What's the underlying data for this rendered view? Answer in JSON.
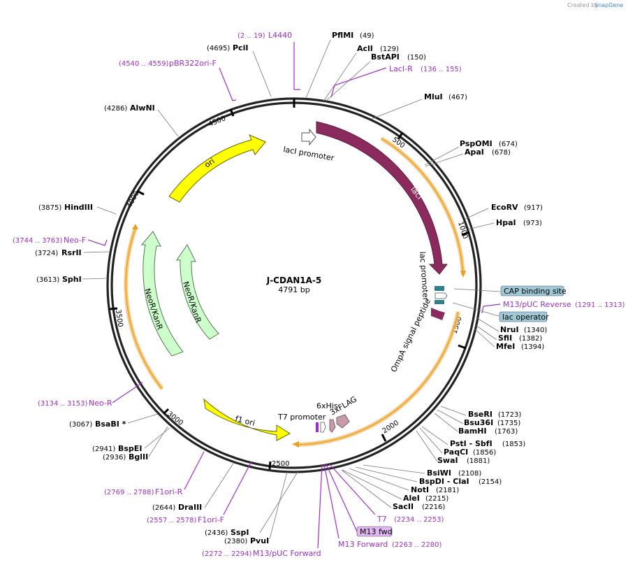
{
  "credit": {
    "created_by": "Created by",
    "brand": "SnapGene"
  },
  "plasmid": {
    "name": "J-CDAN1A-5",
    "length": "4791 bp"
  },
  "ticks": [
    "500",
    "1000",
    "1500",
    "2000",
    "2500",
    "3000",
    "3500",
    "4000",
    "4500"
  ],
  "enzymes": [
    {
      "name": "PflMI",
      "pos": "(49)"
    },
    {
      "name": "AclI",
      "pos": "(129)"
    },
    {
      "name": "BstAPI",
      "pos": "(150)"
    },
    {
      "name": "MluI",
      "pos": "(467)"
    },
    {
      "name": "PspOMI",
      "pos": "(674)"
    },
    {
      "name": "ApaI",
      "pos": "(678)"
    },
    {
      "name": "EcoRV",
      "pos": "(917)"
    },
    {
      "name": "HpaI",
      "pos": "(973)"
    },
    {
      "name": "NruI",
      "pos": "(1340)"
    },
    {
      "name": "SfiI",
      "pos": "(1382)"
    },
    {
      "name": "MfeI",
      "pos": "(1394)"
    },
    {
      "name": "BseRI",
      "pos": "(1723)"
    },
    {
      "name": "Bsu36I",
      "pos": "(1735)"
    },
    {
      "name": "BamHI",
      "pos": "(1763)"
    },
    {
      "name": "PstI - SbfI",
      "pos": "(1853)"
    },
    {
      "name": "PaqCI",
      "pos": "(1856)"
    },
    {
      "name": "SwaI",
      "pos": "(1881)"
    },
    {
      "name": "BsiWI",
      "pos": "(2108)"
    },
    {
      "name": "BspDI - ClaI",
      "pos": "(2154)"
    },
    {
      "name": "NotI",
      "pos": "(2181)"
    },
    {
      "name": "AleI",
      "pos": "(2215)"
    },
    {
      "name": "SacII",
      "pos": "(2216)"
    },
    {
      "name": "SspI",
      "pos": "(2436)"
    },
    {
      "name": "PvuI",
      "pos": "(2380)"
    },
    {
      "name": "DraIII",
      "pos": "(2644)"
    },
    {
      "name": "BspEI",
      "pos": "(2941)"
    },
    {
      "name": "BglII",
      "pos": "(2936)"
    },
    {
      "name": "BsaBI *",
      "pos": "(3067)"
    },
    {
      "name": "RsrII",
      "pos": "(3724)"
    },
    {
      "name": "SphI",
      "pos": "(3613)"
    },
    {
      "name": "HindIII",
      "pos": "(3875)"
    },
    {
      "name": "AlwNI",
      "pos": "(4286)"
    },
    {
      "name": "PciI",
      "pos": "(4695)"
    }
  ],
  "primers": [
    {
      "name": "L4440",
      "pos": "(2 .. 19)"
    },
    {
      "name": "LacI-R",
      "pos": "(136 .. 155)"
    },
    {
      "name": "pBR322ori-F",
      "pos": "(4540 .. 4559)"
    },
    {
      "name": "M13/pUC Reverse",
      "pos": "(1291 .. 1313)"
    },
    {
      "name": "Neo-F",
      "pos": "(3744 .. 3763)"
    },
    {
      "name": "Neo-R",
      "pos": "(3134 .. 3153)"
    },
    {
      "name": "F1ori-R",
      "pos": "(2769 .. 2788)"
    },
    {
      "name": "F1ori-F",
      "pos": "(2557 .. 2578)"
    },
    {
      "name": "M13/pUC Forward",
      "pos": "(2272 .. 2294)"
    },
    {
      "name": "T7",
      "pos": "(2234 .. 2253)"
    },
    {
      "name": "M13 Forward",
      "pos": "(2263 .. 2280)"
    }
  ],
  "boxed_labels": {
    "cap": "CAP binding site",
    "lacop": "lac operator",
    "m13fwd": "M13 fwd"
  },
  "features": {
    "lacI": "lacI",
    "lacI_promoter": "lacI promoter",
    "lac_promoter": "lac promoter",
    "ompA": "OmpA signal peptide",
    "t7_promoter": "T7 promoter",
    "his": "6xHis",
    "flag": "3xFLAG",
    "f1_ori": "f1 ori",
    "neoR1": "NeoR/KanR",
    "neoR2": "NeoR/KanR",
    "ori": "ori"
  },
  "colors": {
    "backbone": "#222222",
    "lacI": "#8b2a5c",
    "ori": "#ffff00",
    "f1_ori": "#ffff00",
    "neoR": "#ccffcc",
    "orange_orf": "#f0a030",
    "primer": "#9b2fc4",
    "reg_box": "#9fc9d6",
    "m13_box": "#e3b7f3"
  }
}
